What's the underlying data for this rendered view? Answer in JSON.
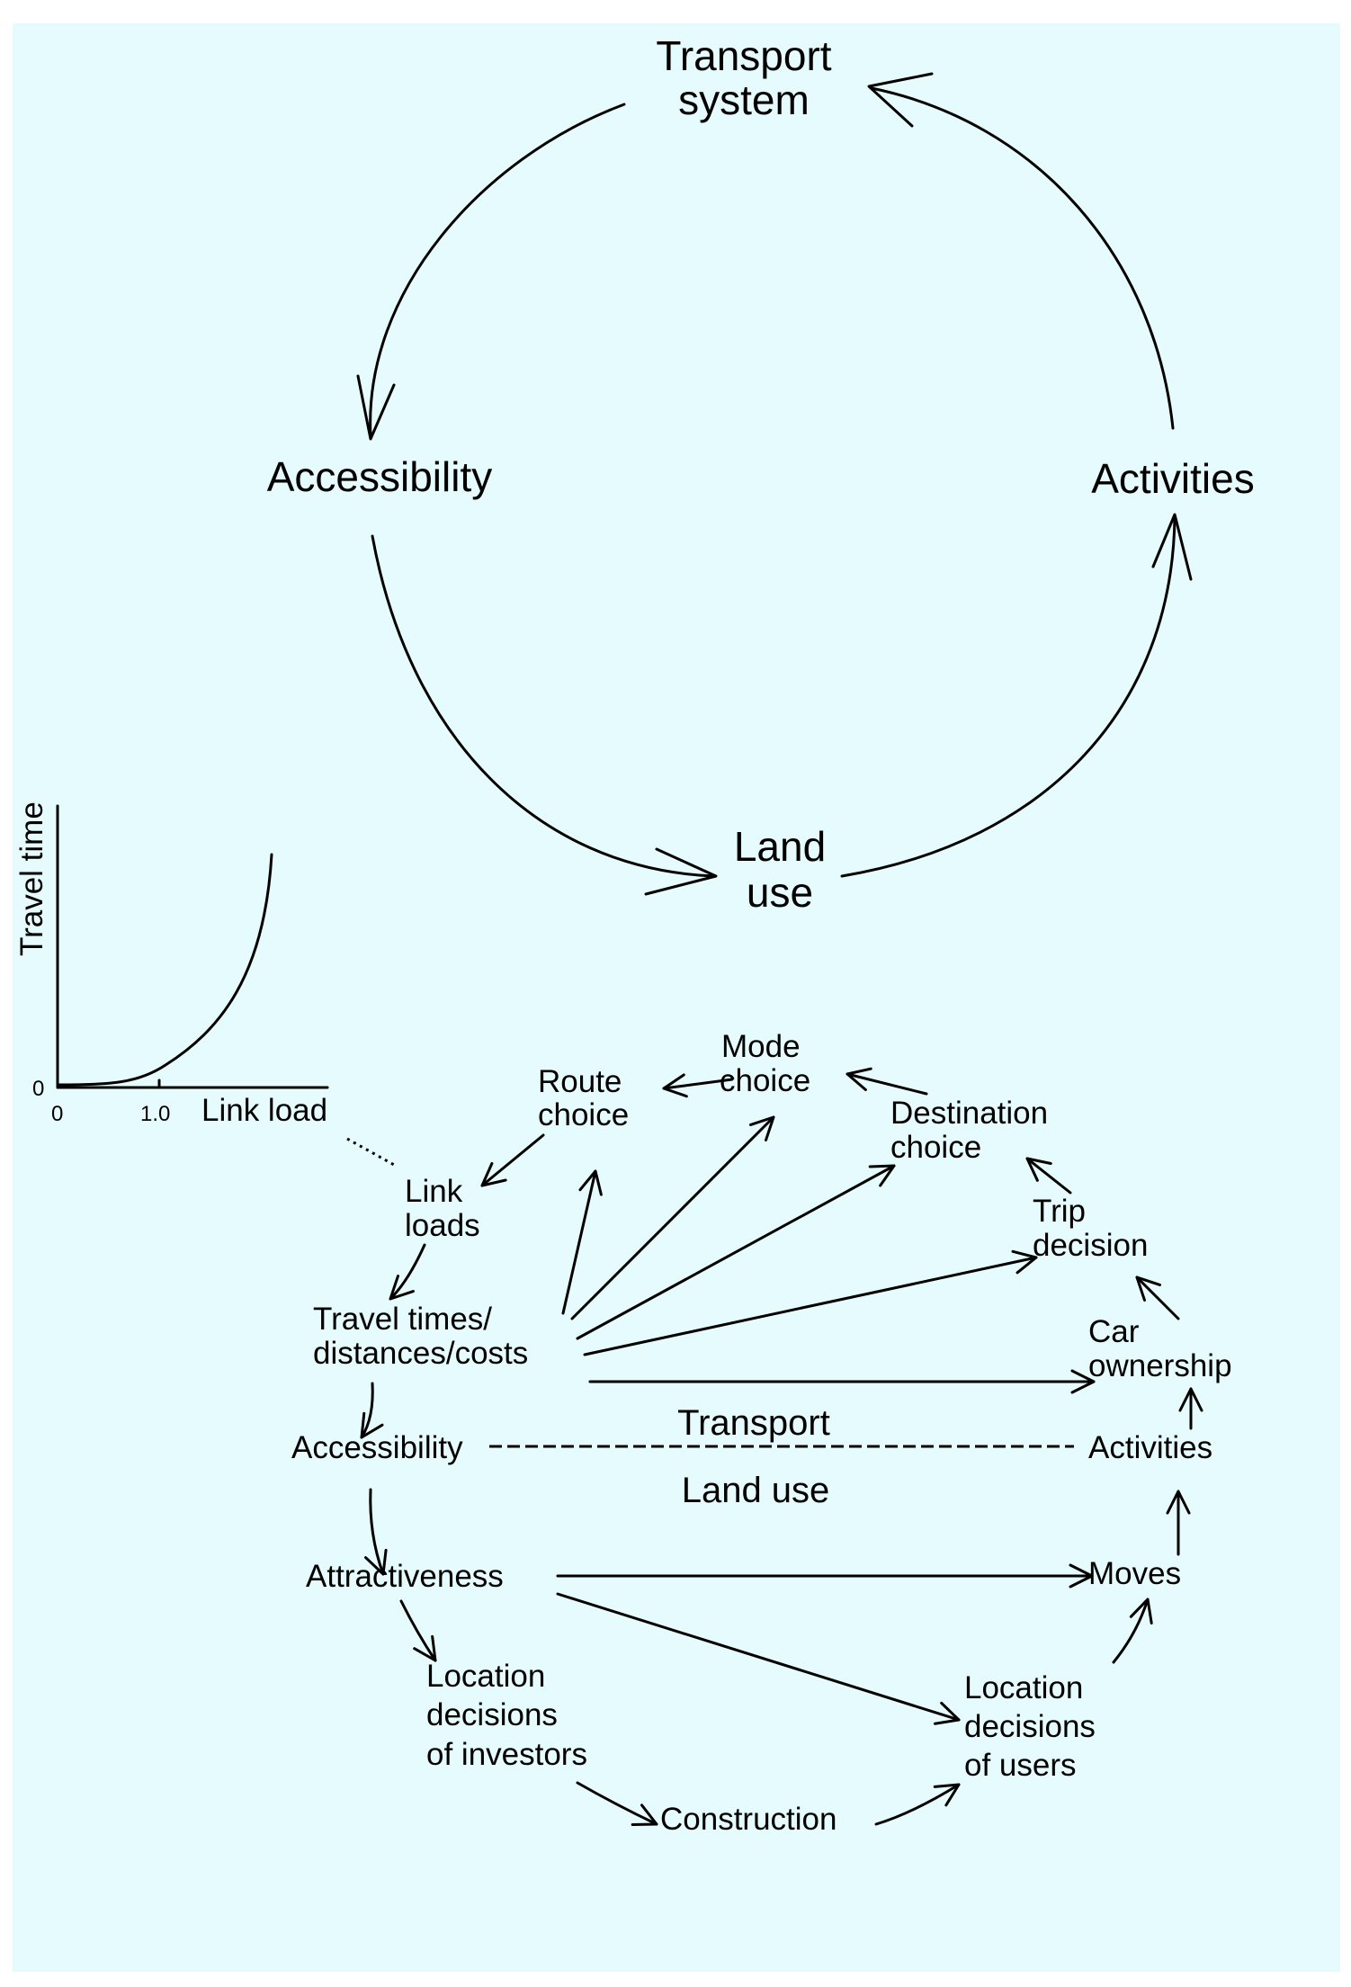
{
  "top_cycle": {
    "transport_system": [
      "Transport",
      "system"
    ],
    "accessibility": "Accessibility",
    "activities": "Activities",
    "land_use": [
      "Land",
      "use"
    ]
  },
  "inset_chart": {
    "ylabel": "Travel time",
    "xlabel": "Link load",
    "tick_0": "0",
    "tick_1": "1.0",
    "y_origin": "0"
  },
  "bottom_diagram": {
    "mode_choice": [
      "Mode",
      "choice"
    ],
    "route_choice": [
      "Route",
      "choice"
    ],
    "destination_choice": [
      "Destination",
      "choice"
    ],
    "link_loads": [
      "Link",
      "loads"
    ],
    "trip_decision": [
      "Trip",
      "decision"
    ],
    "travel_times": [
      "Travel times/",
      "distances/costs"
    ],
    "car_ownership": [
      "Car",
      "ownership"
    ],
    "transport": "Transport",
    "accessibility": "Accessibility",
    "activities": "Activities",
    "land_use": "Land use",
    "attractiveness": "Attractiveness",
    "moves": "Moves",
    "location_investors": [
      "Location",
      "decisions",
      "of investors"
    ],
    "location_users": [
      "Location",
      "decisions",
      "of users"
    ],
    "construction": "Construction"
  }
}
